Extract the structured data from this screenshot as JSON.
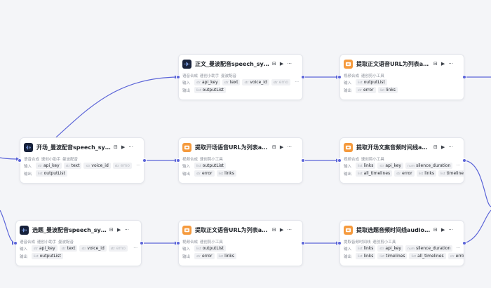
{
  "colors": {
    "edge": "#5b64d8",
    "port": "#5b64d8",
    "tts_icon": "#17213a",
    "plugin_icon": "#f59a3d"
  },
  "labels": {
    "input": "输入",
    "output": "输出"
  },
  "nodes": [
    {
      "id": "n1",
      "icon": "tts-waveform-icon",
      "title": "正文_曼波配音speech_synth",
      "subtitle": "语音合成_速创小助手_曼波配音",
      "inputs": [
        [
          "str",
          "api_key",
          false
        ],
        [
          "str",
          "text",
          false
        ],
        [
          "str",
          "voice_id",
          false
        ],
        [
          "str",
          "emo",
          true
        ]
      ],
      "outputs": [
        [
          "list",
          "outputList"
        ]
      ],
      "more": "···"
    },
    {
      "id": "n2",
      "icon": "plugin-icon",
      "title": "提取正文语音URL为列表audi",
      "subtitle": "视频合成_速创剪小工具",
      "inputs": [
        [
          "list",
          "outputList",
          false
        ]
      ],
      "outputs": [
        [
          "str",
          "error"
        ],
        [
          "list",
          "links"
        ]
      ],
      "more": ""
    },
    {
      "id": "n3",
      "icon": "tts-waveform-icon",
      "title": "开场_曼波配音speech_synth",
      "subtitle": "语音合成_速创小助手_曼波配音",
      "inputs": [
        [
          "str",
          "api_key",
          false
        ],
        [
          "str",
          "text",
          false
        ],
        [
          "str",
          "voice_id",
          false
        ],
        [
          "str",
          "emo",
          true
        ]
      ],
      "outputs": [
        [
          "list",
          "outputList"
        ]
      ],
      "more": "···"
    },
    {
      "id": "n4",
      "icon": "plugin-icon",
      "title": "提取开场语音URL为列表audi",
      "subtitle": "视频合成_速创剪小工具",
      "inputs": [
        [
          "list",
          "outputList",
          false
        ]
      ],
      "outputs": [
        [
          "str",
          "error"
        ],
        [
          "list",
          "links"
        ]
      ],
      "more": ""
    },
    {
      "id": "n5",
      "icon": "plugin-icon",
      "title": "提取开场文案音频时间线audi",
      "subtitle": "视频合成_速创剪小工具",
      "inputs": [
        [
          "list",
          "links",
          false
        ],
        [
          "str",
          "api_key",
          false
        ],
        [
          "num",
          "silence_duration",
          false
        ]
      ],
      "outputs": [
        [
          "list",
          "all_timelines"
        ],
        [
          "str",
          "error"
        ],
        [
          "list",
          "links"
        ],
        [
          "list",
          "timelines"
        ]
      ],
      "more": "···"
    },
    {
      "id": "n6",
      "icon": "tts-waveform-icon",
      "title": "选题_曼波配音speech_synth",
      "subtitle": "语音合成_速创小助手_曼波配音",
      "inputs": [
        [
          "str",
          "api_key",
          false
        ],
        [
          "str",
          "text",
          false
        ],
        [
          "str",
          "voice_id",
          false
        ],
        [
          "str",
          "emo",
          true
        ]
      ],
      "outputs": [
        [
          "list",
          "outputList"
        ]
      ],
      "more": "···"
    },
    {
      "id": "n7",
      "icon": "plugin-icon",
      "title": "提取正文语音URL为列表audi",
      "subtitle": "视频合成_速创剪小工具",
      "inputs": [
        [
          "list",
          "outputList",
          false
        ]
      ],
      "outputs": [
        [
          "str",
          "error"
        ],
        [
          "list",
          "links"
        ]
      ],
      "more": ""
    },
    {
      "id": "n8",
      "icon": "plugin-icon",
      "title": "提取选题音频时间线audio_ti",
      "subtitle": "提取音频时间线_速创剪小工具",
      "inputs": [
        [
          "list",
          "links",
          false
        ],
        [
          "str",
          "api_key",
          false
        ],
        [
          "num",
          "silence_duration",
          false
        ]
      ],
      "outputs": [
        [
          "list",
          "links"
        ],
        [
          "list",
          "timelines"
        ],
        [
          "list",
          "all_timelines"
        ],
        [
          "str",
          "error"
        ]
      ],
      "more": "···"
    }
  ]
}
